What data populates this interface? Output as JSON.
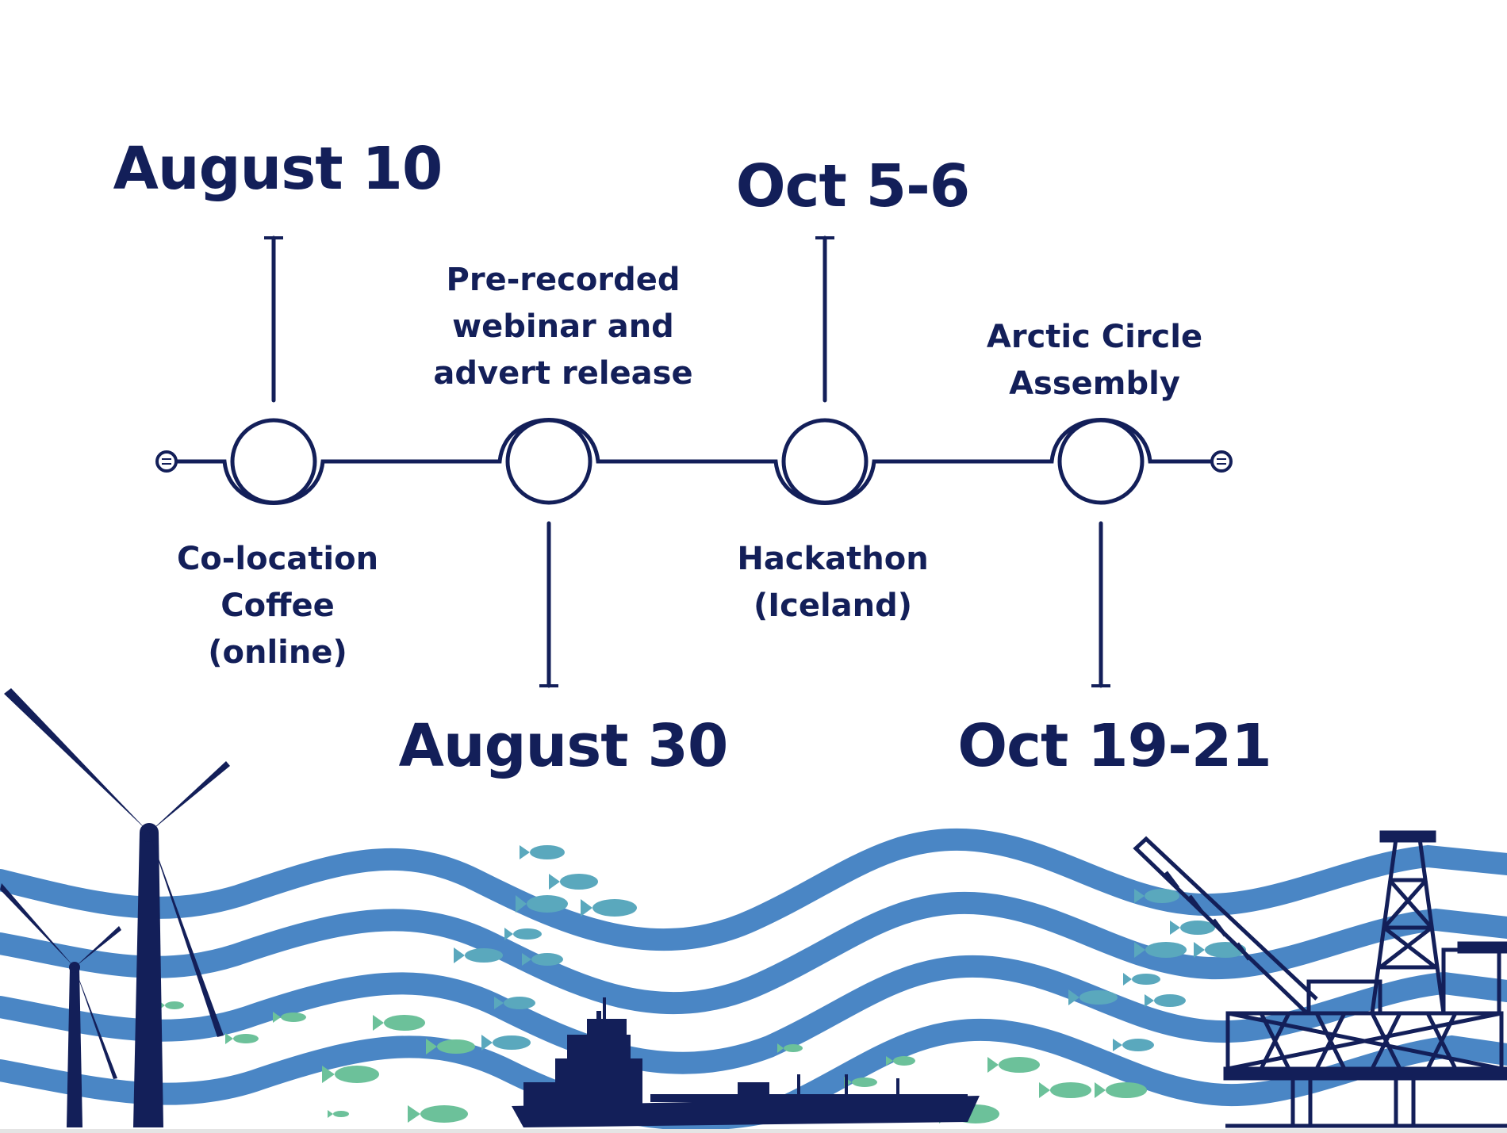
{
  "timeline": {
    "events": [
      {
        "date": "August 10",
        "label_lines": [
          "Co-location",
          "Coffee",
          "(online)"
        ]
      },
      {
        "date": "August 30",
        "label_lines": [
          "Pre-recorded",
          "webinar and",
          "advert release"
        ]
      },
      {
        "date": "Oct 5-6",
        "label_lines": [
          "Hackathon",
          "(Iceland)"
        ]
      },
      {
        "date": "Oct 19-21",
        "label_lines": [
          "Arctic Circle",
          "Assembly"
        ]
      }
    ]
  },
  "colors": {
    "navy": "#131f59",
    "wave_blue": "#4a86c5",
    "fish_teal": "#5aa8bd",
    "fish_green": "#6cc19a"
  },
  "illustration": {
    "left": "wind-turbines",
    "center": "tanker-ship",
    "right": "offshore-oil-rig",
    "background": "waves-with-fish"
  }
}
